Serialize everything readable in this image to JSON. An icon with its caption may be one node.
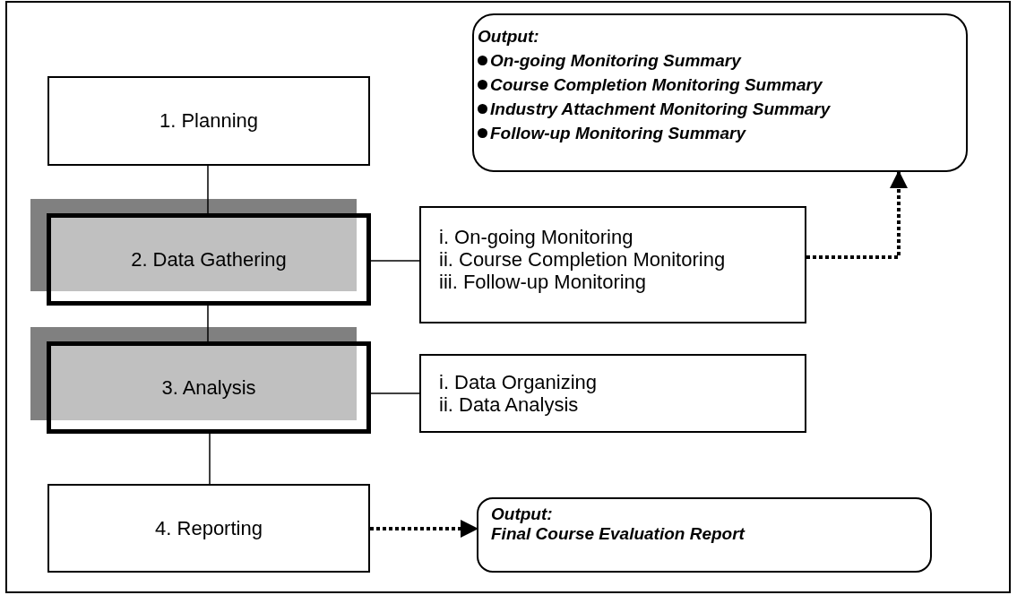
{
  "diagram": {
    "nodes": [
      {
        "text": [
          "1. Planning"
        ]
      },
      {
        "text": [
          "2. Data Gathering"
        ]
      },
      {
        "text": [
          "i. On-going Monitoring",
          "ii. Course Completion Monitoring",
          "iii. Follow-up Monitoring"
        ]
      },
      {
        "text": [
          "3. Analysis"
        ]
      },
      {
        "text": [
          "i. Data Organizing",
          "ii. Data Analysis"
        ]
      },
      {
        "text": [
          "4. Reporting"
        ]
      },
      {
        "text": [
          "Output:",
          "On-going Monitoring Summary",
          "Course Completion Monitoring Summary",
          "Industry Attachment Monitoring Summary",
          "Follow-up Monitoring Summary"
        ]
      },
      {
        "text": [
          "Output:",
          "Final Course Evaluation Report"
        ]
      }
    ],
    "edges": [
      {
        "from": 0,
        "to": 1,
        "arrow": "none"
      },
      {
        "from": 1,
        "to": 2,
        "arrow": "none"
      },
      {
        "from": 1,
        "to": 3,
        "arrow": "none"
      },
      {
        "from": 3,
        "to": 4,
        "arrow": "none"
      },
      {
        "from": 3,
        "to": 5,
        "arrow": "none"
      },
      {
        "from": 2,
        "to": 6,
        "arrow": "to",
        "style": "dashed"
      },
      {
        "from": 5,
        "to": 7,
        "arrow": "to",
        "style": "dashed"
      }
    ]
  }
}
